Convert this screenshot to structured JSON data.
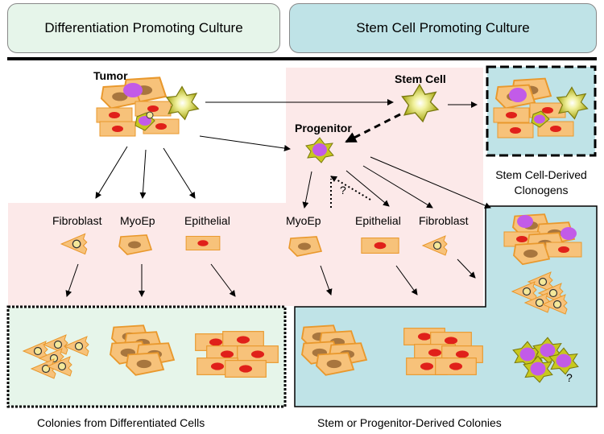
{
  "headers": {
    "left": "Differentiation Promoting Culture",
    "right": "Stem Cell Promoting Culture"
  },
  "nodes": {
    "tumor": "Tumor",
    "stem_cell": "Stem Cell",
    "progenitor": "Progenitor"
  },
  "cell_types_left": [
    "Fibroblast",
    "MyoEp",
    "Epithelial"
  ],
  "cell_types_right": [
    "MyoEp",
    "Epithelial",
    "Fibroblast"
  ],
  "question_mark": "?",
  "captions": {
    "clonogens_line1": "Stem Cell-Derived",
    "clonogens_line2": "Clonogens",
    "left_colonies": "Colonies from Differentiated Cells",
    "right_colonies": "Stem or Progenitor-Derived Colonies"
  },
  "colors": {
    "left_panel": "#e6f5ea",
    "right_panel": "#bfe3e7",
    "pink_region": "#fce9e9",
    "cell_orange": "#f7c27a",
    "cell_border": "#e9982c",
    "nucleus_brown": "#a8763e",
    "nucleus_red": "#e0201a",
    "stem_yellow": "#c8c81e",
    "purple": "#c25be8"
  }
}
